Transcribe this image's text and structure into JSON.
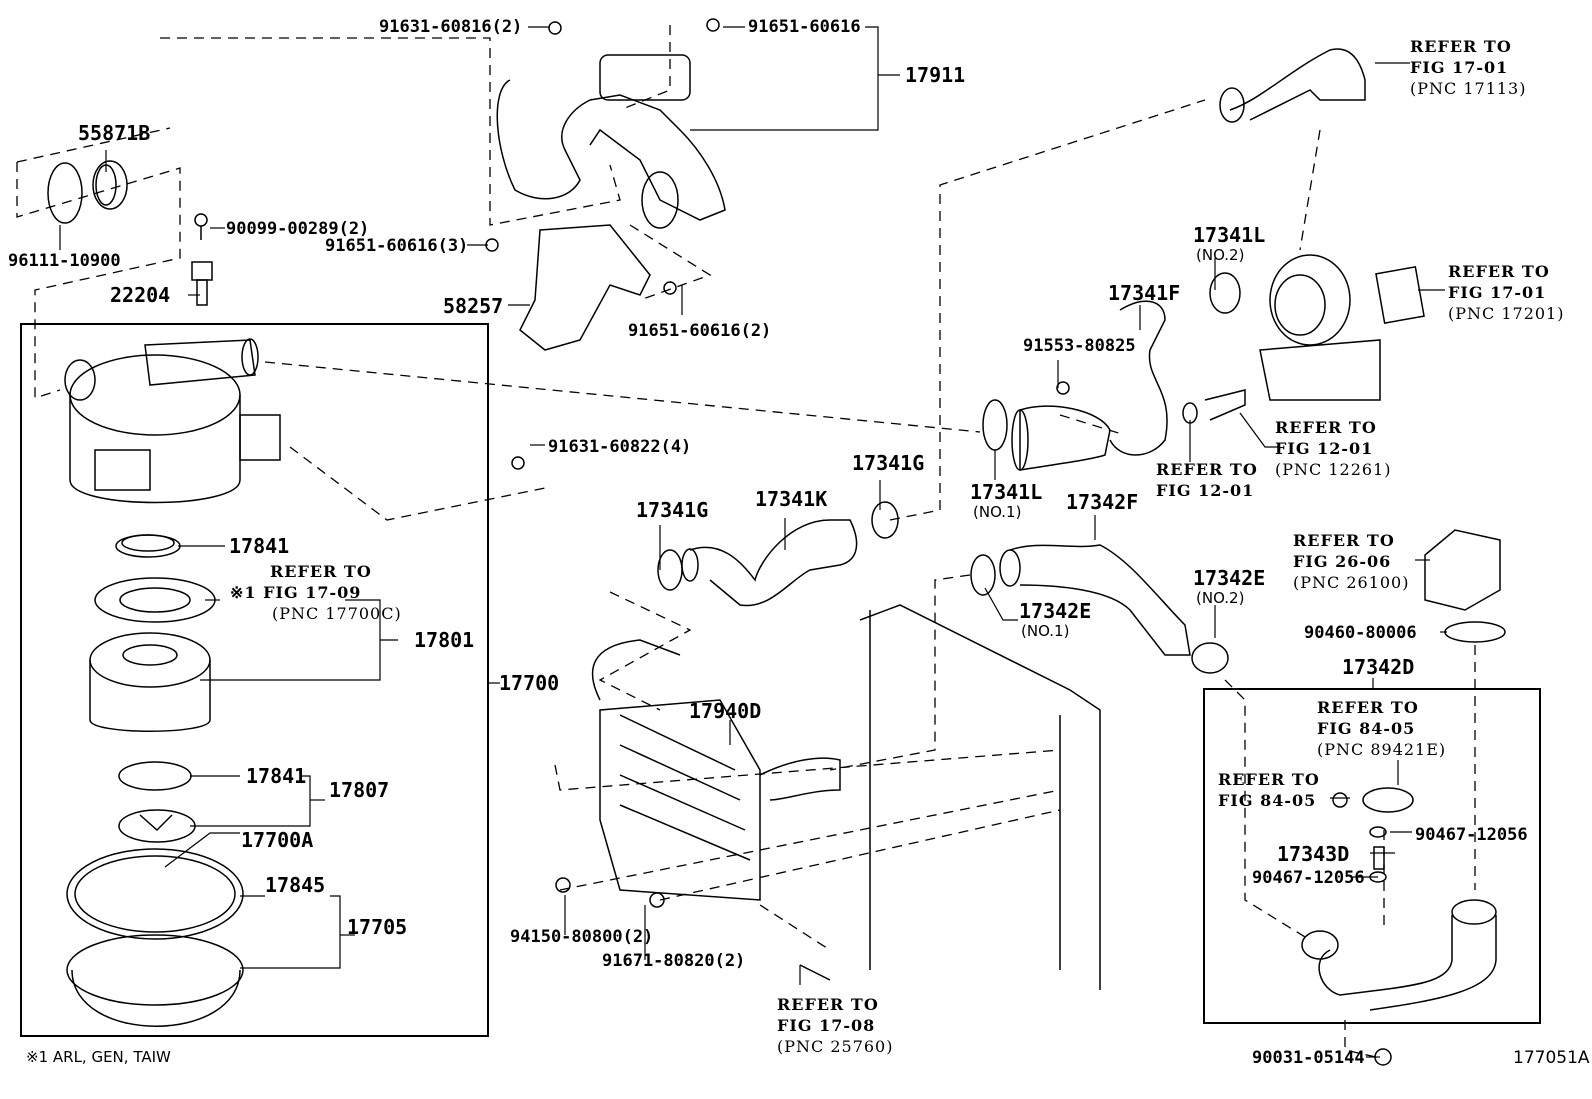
{
  "diagram": {
    "figure_id": "177051A",
    "footnote": "※1  ARL, GEN, TAIW",
    "parts": {
      "p91631_60816": "91631-60816(2)",
      "p91651_60616_top": "91651-60616",
      "p17911": "17911",
      "p55871B": "55871B",
      "p96111_10900": "96111-10900",
      "p90099_00289": "90099-00289(2)",
      "p91651_60616_3": "91651-60616(3)",
      "p22204": "22204",
      "p58257": "58257",
      "p91651_60616_2": "91651-60616(2)",
      "p91631_60822": "91631-60822(4)",
      "p17841_a": "17841",
      "p17801": "17801",
      "p17700": "17700",
      "p17841_b": "17841",
      "p17807": "17807",
      "p17700A": "17700A",
      "p17845": "17845",
      "p17705": "17705",
      "p17341G_a": "17341G",
      "p17341K": "17341K",
      "p17341G_b": "17341G",
      "p17940D": "17940D",
      "p94150_80800": "94150-80800(2)",
      "p91671_80820": "91671-80820(2)",
      "p17341L_no2": "17341L",
      "p17341L_no2_sub": "(NO.2)",
      "p17341F": "17341F",
      "p91553_80825": "91553-80825",
      "p17341L_no1": "17341L",
      "p17341L_no1_sub": "(NO.1)",
      "p17342F": "17342F",
      "p17342E_no1": "17342E",
      "p17342E_no1_sub": "(NO.1)",
      "p17342E_no2": "17342E",
      "p17342E_no2_sub": "(NO.2)",
      "p90460_80006": "90460-80006",
      "p17342D": "17342D",
      "p90467_12056_a": "90467-12056",
      "p17343D": "17343D",
      "p90467_12056_b": "90467-12056",
      "p90031_05144": "90031-05144"
    },
    "refs": {
      "r17113": {
        "l1": "REFER TO",
        "l2": "FIG 17-01",
        "l3": "(PNC 17113)"
      },
      "r17201": {
        "l1": "REFER TO",
        "l2": "FIG 17-01",
        "l3": "(PNC 17201)"
      },
      "r17700C": {
        "l1": "REFER TO",
        "mark": "※1",
        "l2": "FIG 17-09",
        "l3": "(PNC 17700C)"
      },
      "r12261": {
        "l1": "REFER TO",
        "l2": "FIG 12-01",
        "l3": "(PNC 12261)"
      },
      "r1201": {
        "l1": "REFER TO",
        "l2": "FIG 12-01"
      },
      "r26100": {
        "l1": "REFER TO",
        "l2": "FIG 26-06",
        "l3": "(PNC 26100)"
      },
      "r89421E": {
        "l1": "REFER TO",
        "l2": "FIG 84-05",
        "l3": "(PNC 89421E)"
      },
      "r8405": {
        "l1": "REFER TO",
        "l2": "FIG 84-05"
      },
      "r25760": {
        "l1": "REFER TO",
        "l2": "FIG 17-08",
        "l3": "(PNC 25760)"
      }
    }
  }
}
